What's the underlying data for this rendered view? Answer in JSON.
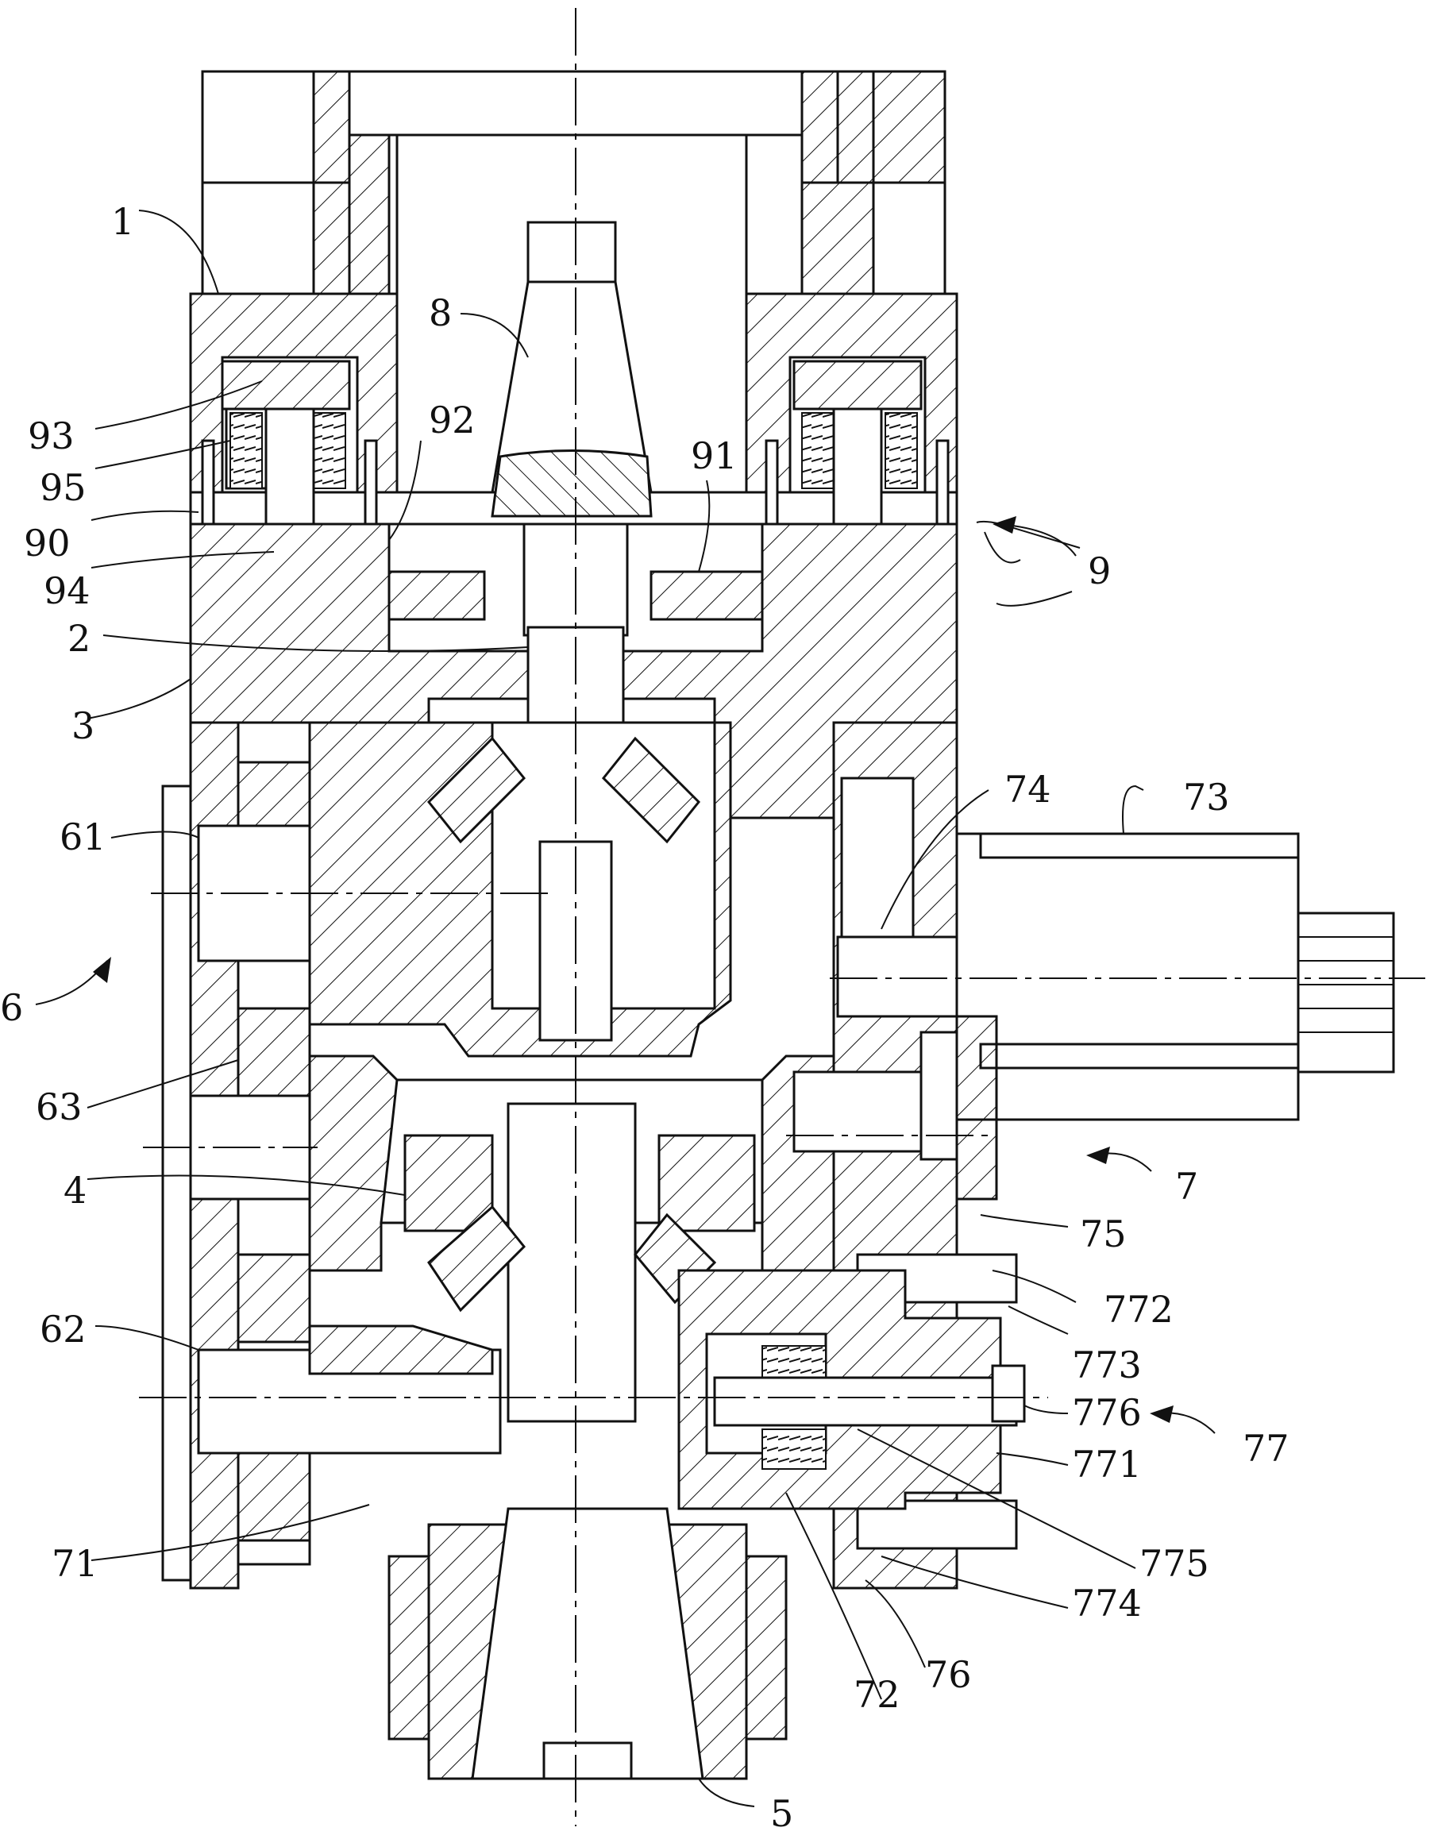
{
  "labels": {
    "l1": "1",
    "l8": "8",
    "l93": "93",
    "l92": "92",
    "l91": "91",
    "l95": "95",
    "l90": "90",
    "l94": "94",
    "l9": "9",
    "l2": "2",
    "l3": "3",
    "l74": "74",
    "l73": "73",
    "l61": "61",
    "l6": "6",
    "l63": "63",
    "l7": "7",
    "l4": "4",
    "l75": "75",
    "l772": "772",
    "l62": "62",
    "l773": "773",
    "l776": "776",
    "l77": "77",
    "l771": "771",
    "l71": "71",
    "l775": "775",
    "l774": "774",
    "l72": "72",
    "l76": "76",
    "l5": "5"
  }
}
